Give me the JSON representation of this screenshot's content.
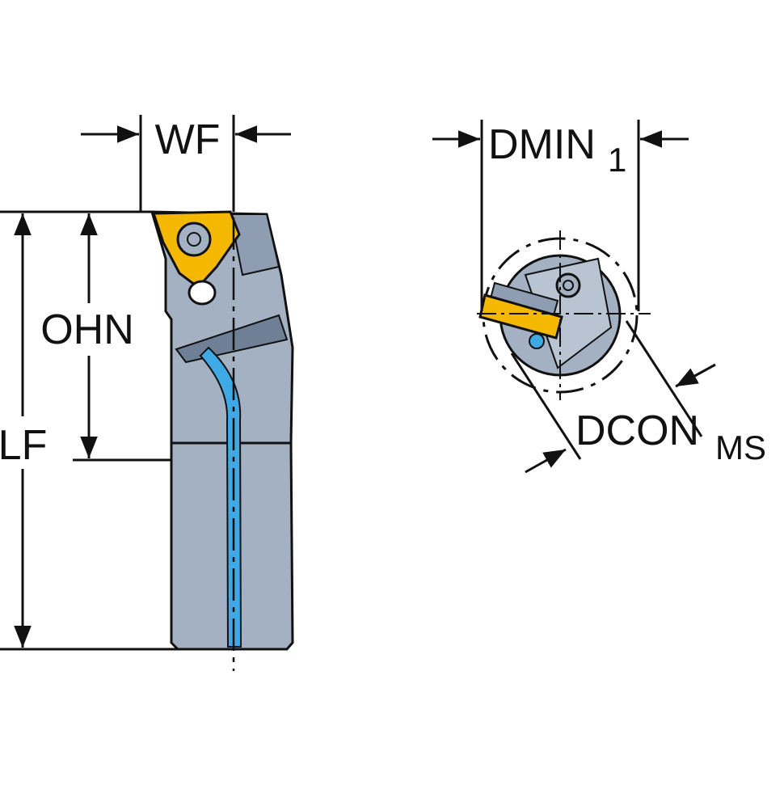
{
  "labels": {
    "wf": "WF",
    "ohn": "OHN",
    "lf": "LF",
    "dmin_main": "DMIN",
    "dmin_sub": "1",
    "dcon_main": "DCON",
    "dcon_sub": "MS"
  },
  "colors": {
    "line": "#111111",
    "body": "#a3b1c3",
    "body_dark": "#6f7f95",
    "insert": "#f5b800",
    "coolant": "#3fa9e6",
    "background": "#ffffff"
  }
}
